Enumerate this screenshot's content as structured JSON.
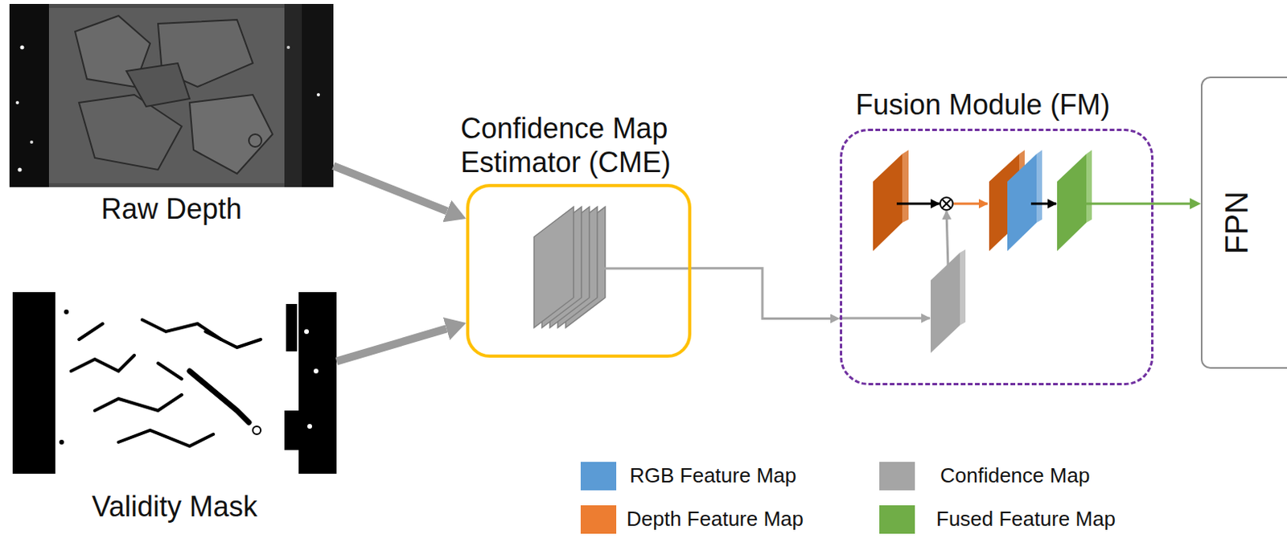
{
  "diagram": {
    "nodes": [
      {
        "text": [
          "Raw Depth"
        ]
      },
      {
        "text": [
          "Validity Mask"
        ]
      },
      {
        "text": [
          "Confidence Map Estimator (CME)"
        ]
      },
      {
        "text": [
          "Fusion Module (FM)"
        ]
      },
      {
        "text": [
          "FPN"
        ]
      }
    ],
    "edges": [
      {
        "from": 0,
        "to": 2,
        "arrow": "to"
      },
      {
        "from": 1,
        "to": 2,
        "arrow": "to"
      },
      {
        "from": 2,
        "to": 3,
        "arrow": "to"
      },
      {
        "from": 3,
        "to": 4,
        "arrow": "to"
      }
    ],
    "legend": [
      {
        "text": "RGB Feature Map",
        "color": "#5B9BD5"
      },
      {
        "text": "Confidence Map",
        "color": "#A5A5A5"
      },
      {
        "text": "Depth Feature Map",
        "color": "#ED7D31"
      },
      {
        "text": "Fused Feature Map",
        "color": "#70AD47"
      }
    ]
  }
}
